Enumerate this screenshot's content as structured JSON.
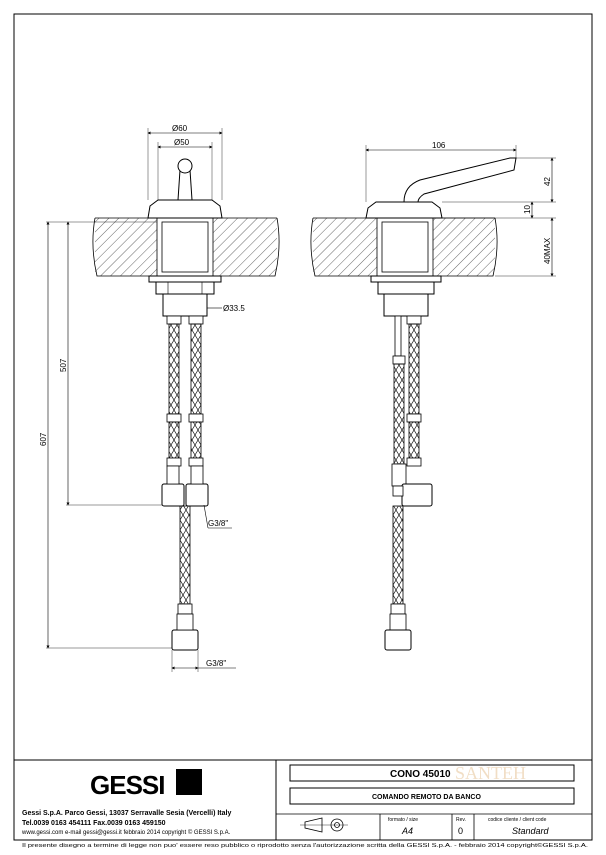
{
  "dimensions": {
    "front": {
      "dia_outer": "Ø60",
      "dia_inner": "Ø50",
      "dia_body": "Ø33.5",
      "height_507": "507",
      "height_607": "607",
      "thread_upper": "G3/8\"",
      "thread_lower": "G3/8\""
    },
    "side": {
      "lever_length": "106",
      "handle_height": "42",
      "base_height": "10",
      "deck_thickness": "40MAX"
    }
  },
  "title_block": {
    "brand": "GESSI",
    "company_address": "Gessi S.p.A. Parco Gessi, 13037 Serravalle Sesia (Vercelli) Italy",
    "contacts": "Tel.0039 0163 454111 Fax.0039 0163 459150",
    "web": "www.gessi.com e-mail gessi@gessi.it febbraio 2014 copyright © GESSI S.p.A.",
    "product_name": "CONO 45010",
    "description": "COMANDO REMOTO DA BANCO",
    "format_label": "formato / size",
    "format_value": "A4",
    "rev_label": "Rev.",
    "rev_value": "0",
    "client_code_label": "codice cliente / client code",
    "client_code_value": "Standard",
    "watermark": "SANTEH",
    "footer_note": "Il presente disegno a termine di legge non puo' essere reso pubblico o riprodotto senza l'autorizzazione scritta della GESSI S.p.A. - febbraio 2014 copyright©GESSI S.p.A."
  }
}
